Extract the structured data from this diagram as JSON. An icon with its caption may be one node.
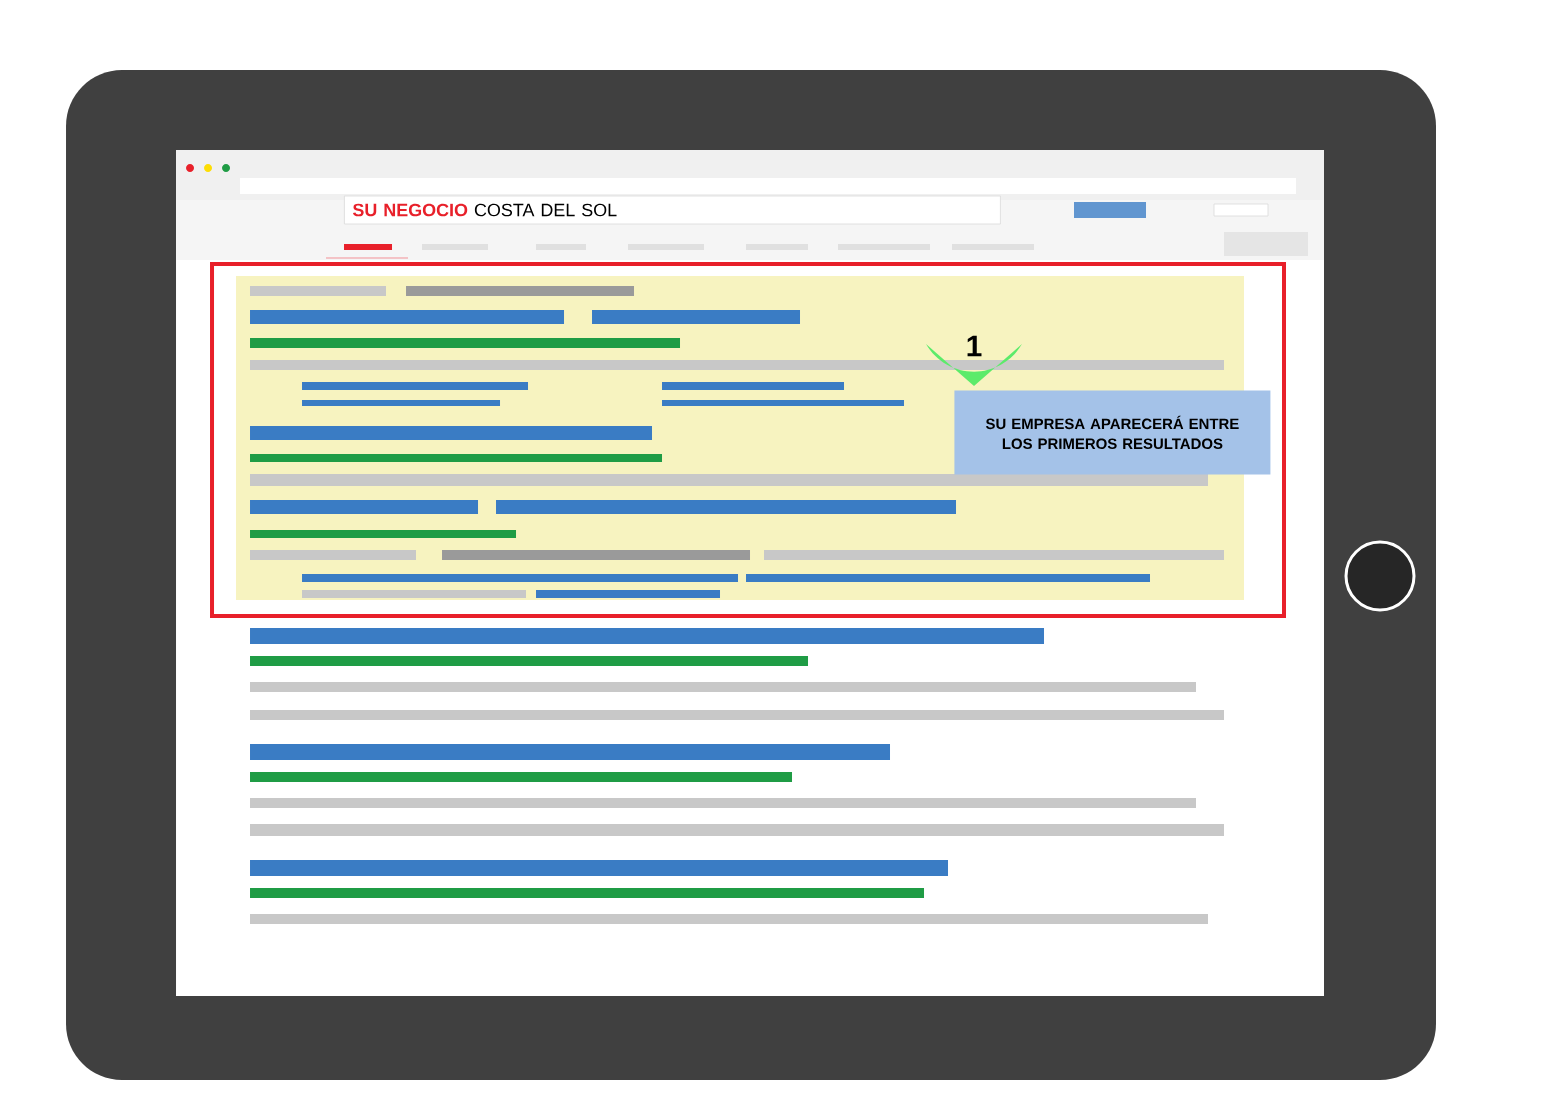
{
  "diagram": {
    "nodes": [
      {
        "text": [
          "SU NEGOCIO",
          "COSTA DEL SOL"
        ]
      },
      {
        "text": [
          "1"
        ]
      },
      {
        "text": [
          "SU EMPRESA APARECERÁ ENTRE LOS PRIMEROS RESULTADOS"
        ]
      }
    ]
  }
}
